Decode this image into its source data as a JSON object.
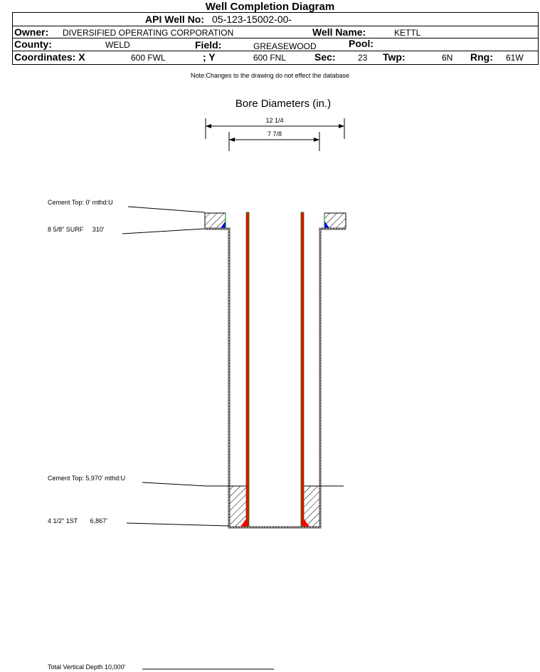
{
  "title": "Well Completion Diagram",
  "header": {
    "api_label": "API Well No:",
    "api_value": "05-123-15002-00-",
    "owner_label": "Owner:",
    "owner_value": "DIVERSIFIED OPERATING CORPORATION",
    "well_name_label": "Well Name:",
    "well_name_value": "KETTL",
    "county_label": "County:",
    "county_value": "WELD",
    "field_label": "Field:",
    "field_value": "GREASEWOOD",
    "pool_label": "Pool:",
    "pool_value": "",
    "coord_x_label": "Coordinates: X",
    "coord_x_value": "600 FWL",
    "coord_y_label": "; Y",
    "coord_y_value": "600 FNL",
    "sec_label": "Sec:",
    "sec_value": "23",
    "twp_label": "Twp:",
    "twp_value": "6N",
    "rng_label": "Rng:",
    "rng_value": "61W"
  },
  "note": "Note:Changes to the drawing do not effect the database",
  "diagram": {
    "bore_title": "Bore Diameters (in.)",
    "bore_diameters": [
      "12 1/4",
      "7 7/8"
    ],
    "labels": {
      "cement_top_surface": "Cement Top: 0' mthd:U",
      "surface_casing": "8 5/8\" SURF     310'",
      "cement_top_prod": "Cement Top: 5,970' mthd:U",
      "prod_casing": "4 1/2\" 1ST       6,867'",
      "tvd": "Total Vertical Depth 10,000'"
    },
    "colors": {
      "casing": "#ff0000",
      "casing_edge": "#008000",
      "cement_shoe": "#0000ff"
    }
  }
}
